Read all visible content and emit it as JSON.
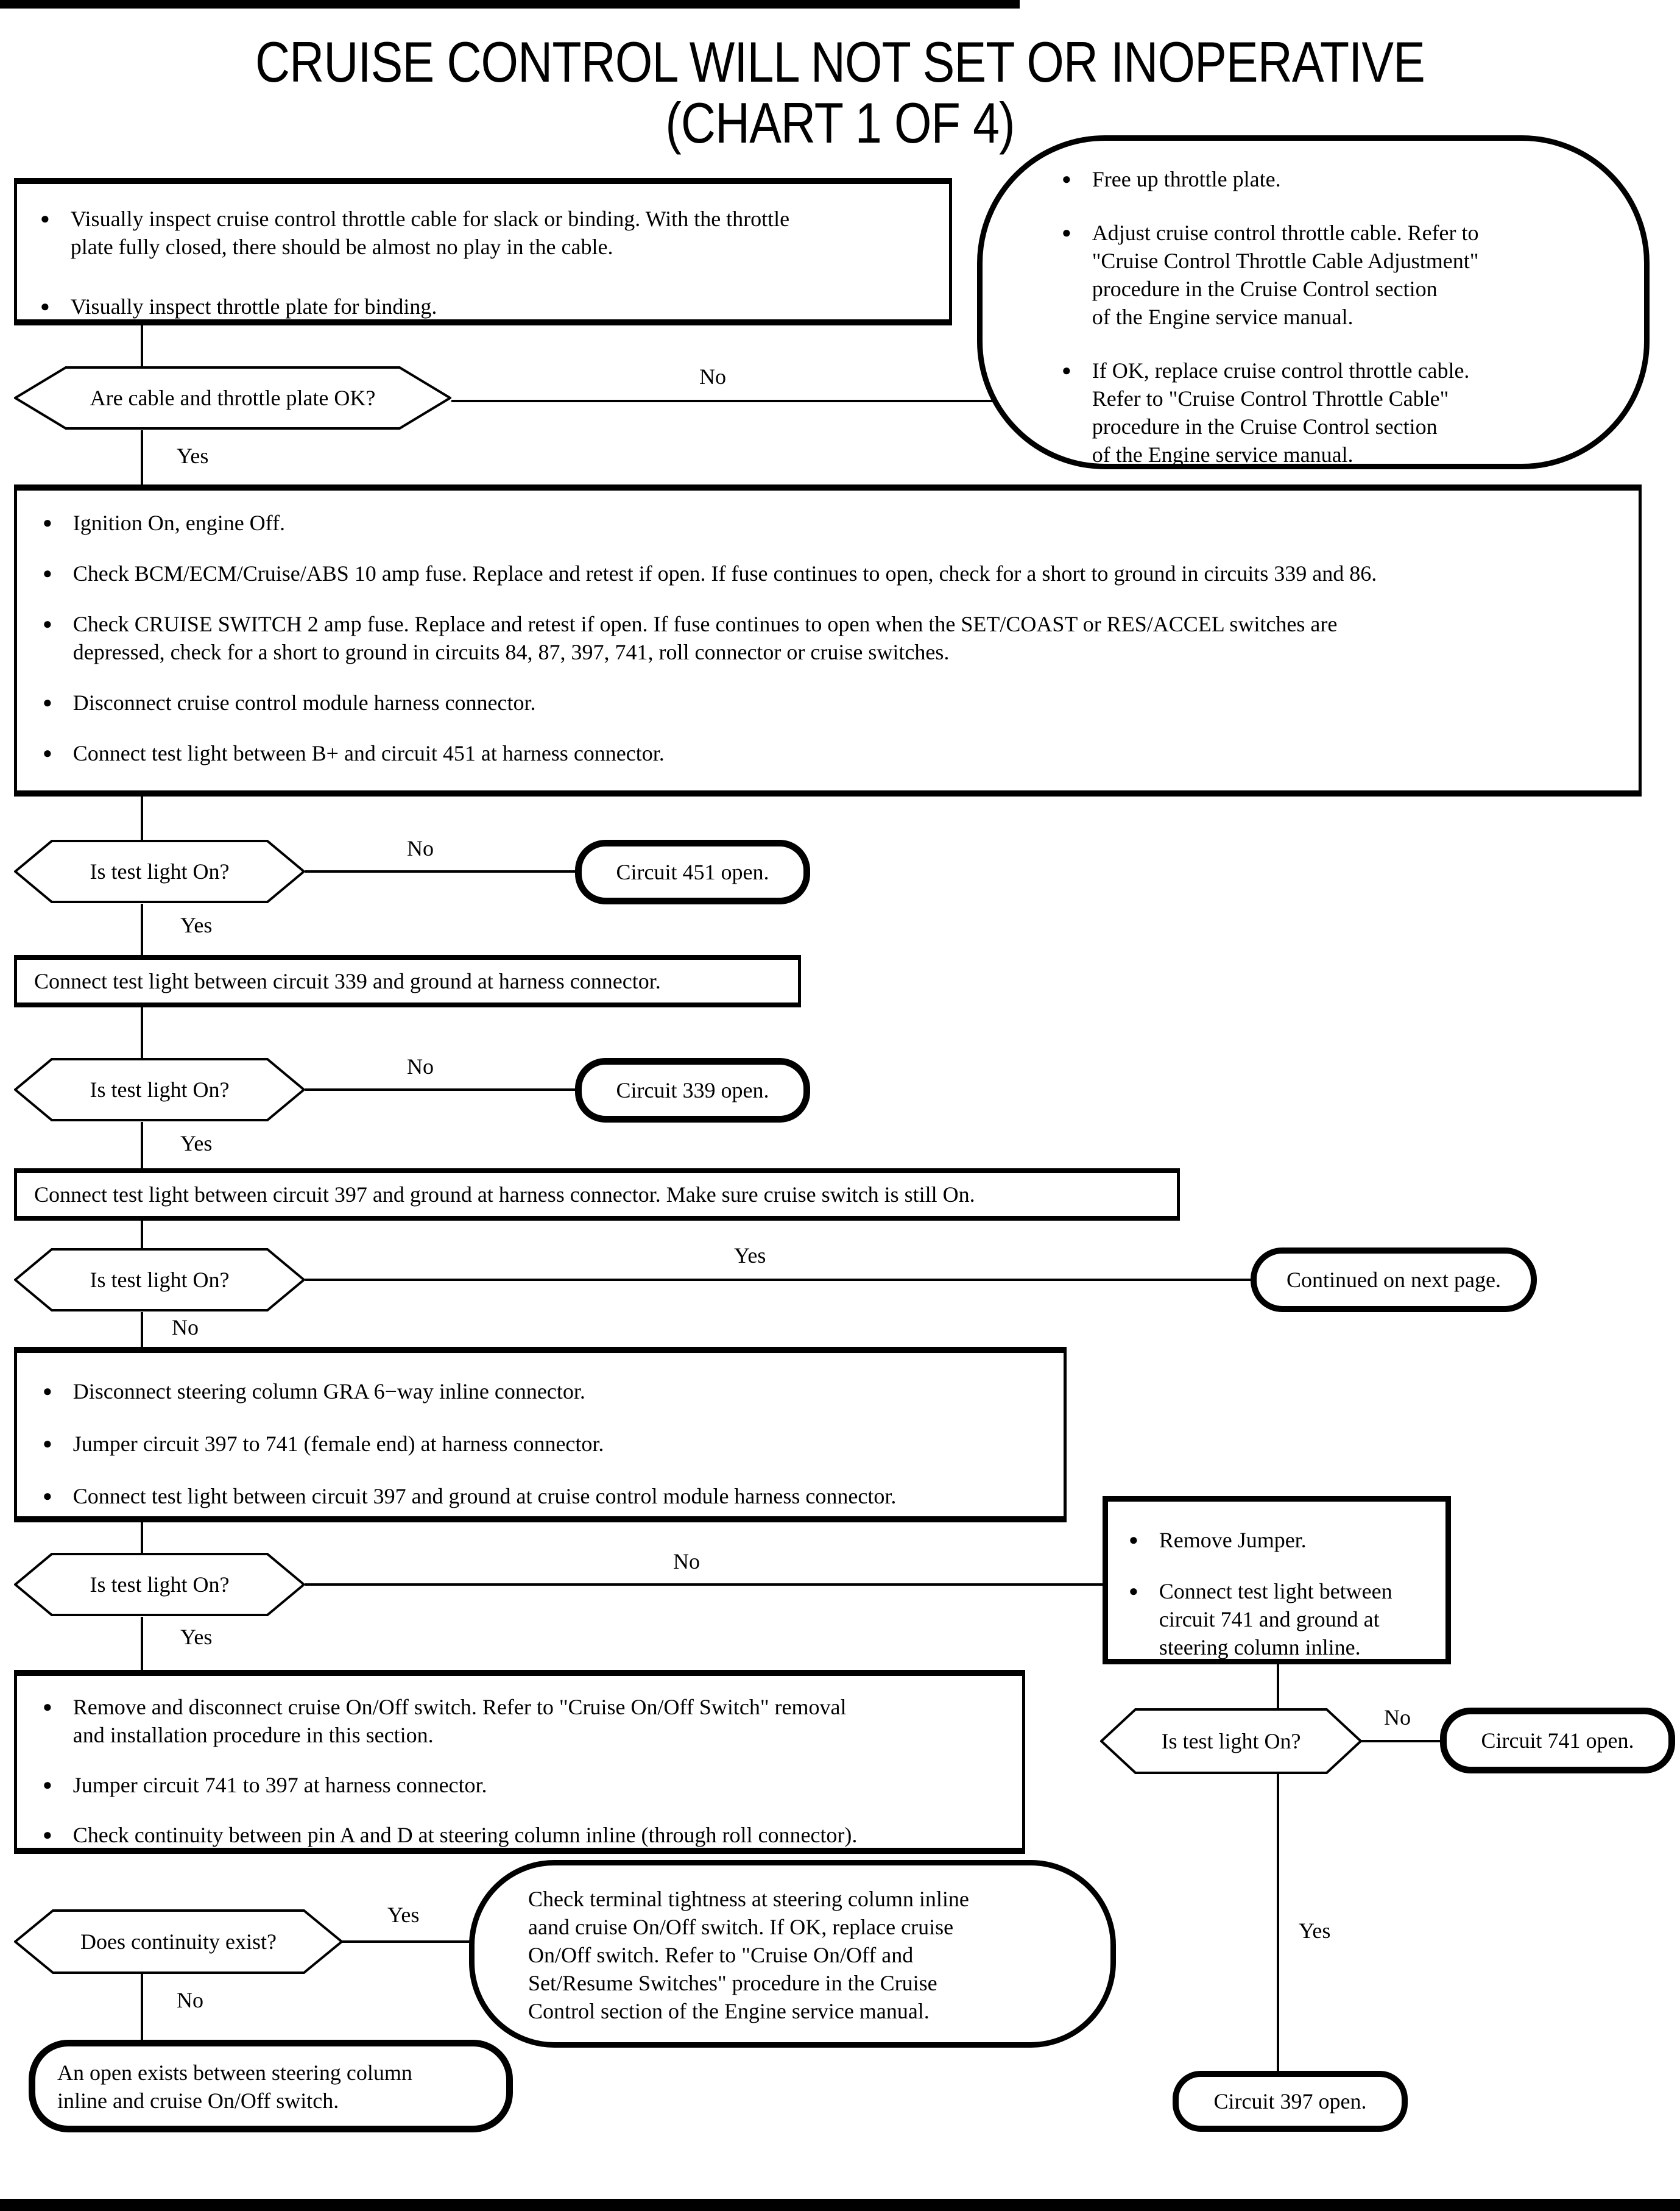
{
  "title": {
    "line1": "CRUISE CONTROL WILL NOT SET OR INOPERATIVE",
    "line2": "(CHART 1 OF 4)"
  },
  "labels": {
    "yes": "Yes",
    "no": "No"
  },
  "decisions": {
    "cable_ok": "Are cable and throttle plate OK?",
    "test_light": "Is test light On?",
    "continuity": "Does continuity exist?"
  },
  "boxes": {
    "inspect": {
      "bullets": [
        "Visually inspect cruise control throttle cable for slack or binding. With the throttle\nplate fully closed, there should be almost no play in the cable.",
        "Visually inspect throttle plate for binding."
      ]
    },
    "setup": {
      "bullets": [
        "Ignition On, engine Off.",
        "Check BCM/ECM/Cruise/ABS 10 amp fuse. Replace and retest if open. If fuse continues to open, check for a short to ground in circuits 339 and 86.",
        "Check CRUISE SWITCH 2 amp fuse. Replace and retest if open. If fuse continues to open when the SET/COAST or RES/ACCEL switches are\ndepressed, check for a short to ground in circuits 84, 87, 397, 741, roll connector or cruise switches.",
        "Disconnect cruise control module harness connector.",
        "Connect test light between B+ and circuit 451 at harness connector."
      ]
    },
    "connect339": {
      "text": "Connect test light between circuit 339 and ground at harness connector."
    },
    "connect397": {
      "text": "Connect test light between circuit 397 and ground at harness connector. Make sure cruise switch is still On."
    },
    "gra": {
      "bullets": [
        "Disconnect steering column GRA 6−way inline connector.",
        "Jumper circuit 397 to 741 (female end) at harness connector.",
        "Connect test light between circuit 397 and ground at cruise control module harness connector."
      ]
    },
    "remove_jumper": {
      "bullets": [
        "Remove Jumper.",
        "Connect test light between\ncircuit 741 and ground at\nsteering column inline."
      ]
    },
    "onoff": {
      "bullets": [
        "Remove and disconnect cruise On/Off switch. Refer to \"Cruise On/Off Switch\" removal\nand installation procedure in this section.",
        "Jumper circuit 741 to 397 at harness connector.",
        "Check continuity between pin A and D at steering column inline (through roll connector)."
      ]
    }
  },
  "terminals": {
    "fix_throttle": {
      "bullets": [
        "Free up throttle plate.",
        "Adjust cruise control throttle cable. Refer to\n\"Cruise Control Throttle Cable Adjustment\"\nprocedure in the Cruise Control section\nof the Engine service manual.",
        "If OK, replace cruise control throttle cable.\nRefer to \"Cruise Control Throttle Cable\"\nprocedure in the Cruise Control section\nof the Engine service manual."
      ]
    },
    "circuit451": "Circuit 451 open.",
    "circuit339": "Circuit 339 open.",
    "continued": "Continued on next page.",
    "circuit741": "Circuit 741 open.",
    "circuit397": "Circuit 397 open.",
    "check_terminal": "Check terminal tightness at steering column inline\naand cruise On/Off switch. If OK, replace cruise\nOn/Off switch. Refer to \"Cruise On/Off and\nSet/Resume Switches\" procedure in the Cruise\nControl section of the Engine service manual.",
    "open_between": "An open exists between steering column\ninline and cruise On/Off switch."
  }
}
